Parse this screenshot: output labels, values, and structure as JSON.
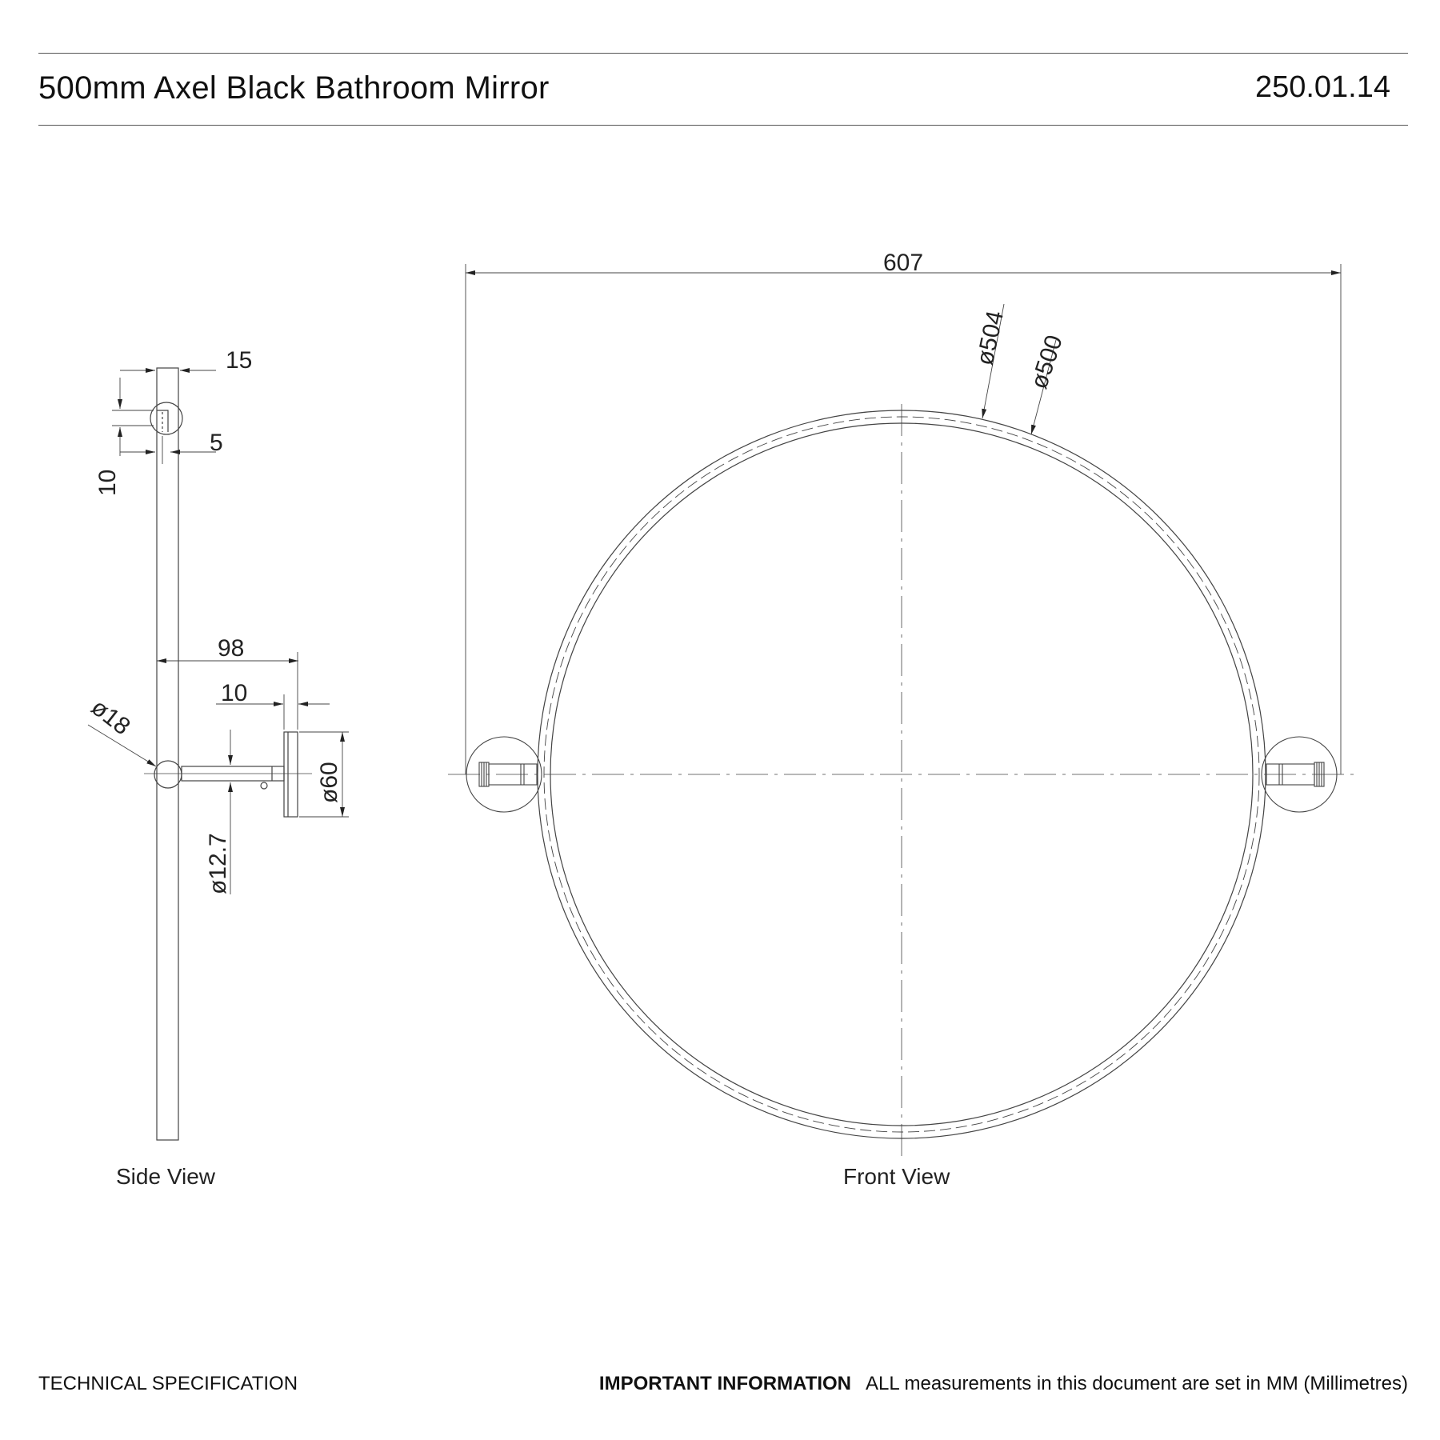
{
  "header": {
    "title": "500mm Axel Black Bathroom Mirror",
    "code": "250.01.14"
  },
  "views": {
    "side_label": "Side View",
    "front_label": "Front View"
  },
  "dimensions": {
    "overall_width": "607",
    "outer_diameter": "ø504",
    "mirror_diameter": "ø500",
    "frame_depth": "15",
    "frame_inner": "5",
    "frame_height": "10",
    "projection": "98",
    "plate_thickness": "10",
    "knob_diameter": "ø18",
    "plate_diameter": "ø60",
    "rod_diameter": "ø12.7"
  },
  "footer": {
    "left": "TECHNICAL SPECIFICATION",
    "important_label": "IMPORTANT INFORMATION",
    "important_text": "ALL measurements in this document are set in MM (Millimetres)"
  },
  "colors": {
    "line": "#444444",
    "text": "#111111"
  }
}
